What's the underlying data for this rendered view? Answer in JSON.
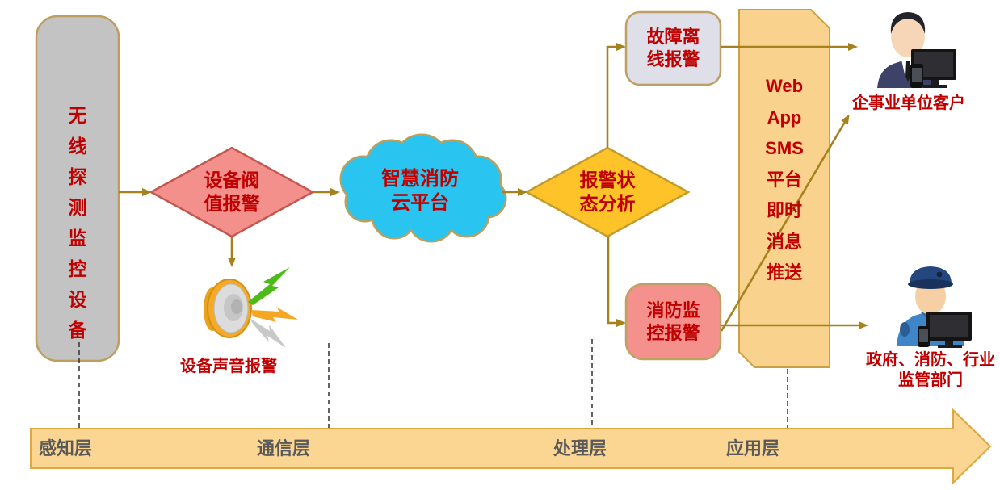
{
  "nodes": {
    "device": "无\n线\n探\n测\n监\n控\n设\n备",
    "threshold_alarm": "设备阀\n值报警",
    "sound_alarm": "设备声音报警",
    "cloud": "智慧消防\n云平台",
    "status_analysis": "报警状\n态分析",
    "offline_alarm": "故障离\n线报警",
    "monitor_alarm": "消防监\n控报警",
    "enterprise_label": "企事业单位客户",
    "government_label": "政府、消防、行业\n监管部门"
  },
  "banner": {
    "lines": [
      "Web",
      "App",
      "SMS",
      "平台",
      "即时",
      "消息",
      "推送"
    ]
  },
  "layers": [
    "感知层",
    "通信层",
    "处理层",
    "应用层"
  ],
  "icons": {
    "sound_alarm": "speaker-icon",
    "enterprise_user": "businessman-icon",
    "government_user": "police-officer-icon"
  },
  "colors": {
    "connector_gold": "#A5821C",
    "text_red": "#C00000",
    "cloud_fill": "#29C4EF",
    "diamond_pink": "#F4908C",
    "diamond_gold": "#FFC32A",
    "banner_fill": "#F9D28D",
    "bottom_arrow_fill": "#FBD592",
    "gray_node": "#C3C3C3",
    "offline_box_fill": "#DEDFE8",
    "monitor_box_fill": "#F4918D",
    "layer_text": "#595959"
  }
}
